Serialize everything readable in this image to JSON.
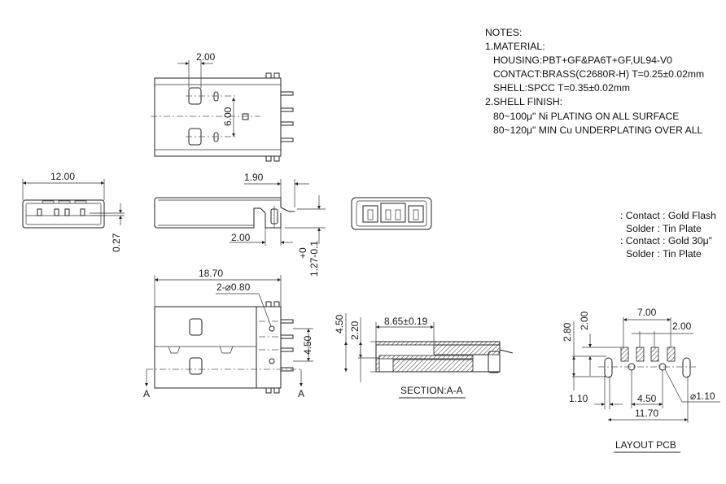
{
  "notes": {
    "title": "NOTES:",
    "material_heading": "1.MATERIAL:",
    "housing": "HOUSING:PBT+GF&PA6T+GF,UL94-V0",
    "contact": "CONTACT:BRASS(C2680R-H) T=0.25±0.02mm",
    "shell": "SHELL:SPCC T=0.35±0.02mm",
    "finish_heading": "2.SHELL FINISH:",
    "finish_1": "80~100μ\" Ni PLATING ON ALL SURFACE",
    "finish_2": "80~120μ\" MIN Cu UNDERPLATING OVER ALL"
  },
  "plating_legend": {
    "line1": ": Contact : Gold Flash",
    "line2": "Solder : Tin Plate",
    "line3": ": Contact : Gold 30μ\"",
    "line4": "Solder : Tin Plate"
  },
  "top_view": {
    "dim_pitch": "2.00",
    "dim_span": "6.00"
  },
  "front_view": {
    "dim_width": "12.00",
    "dim_offset": "0.27"
  },
  "side_view": {
    "dim_tail": "1.90",
    "dim_step": "2.00",
    "dim_tol_upper": "+0",
    "dim_height": "1.27-0.1"
  },
  "bottom_view": {
    "dim_length": "18.70",
    "dim_holes": "2-⌀0.80",
    "dim_span": "4.50",
    "section_mark_left": "A",
    "section_mark_right": "A"
  },
  "section": {
    "dim_total": "4.50",
    "dim_inner": "2.20",
    "dim_depth": "8.65±0.19",
    "label": "SECTION:A-A"
  },
  "layout_pcb": {
    "dim_pad_span": "7.00",
    "dim_pad_pitch": "2.00",
    "dim_height": "2.80",
    "dim_pad_offset": "2.00",
    "dim_slot": "1.10",
    "dim_hole_pitch": "4.50",
    "dim_hole_dia": "⌀1.10",
    "dim_total": "11.70",
    "label": "LAYOUT PCB"
  }
}
